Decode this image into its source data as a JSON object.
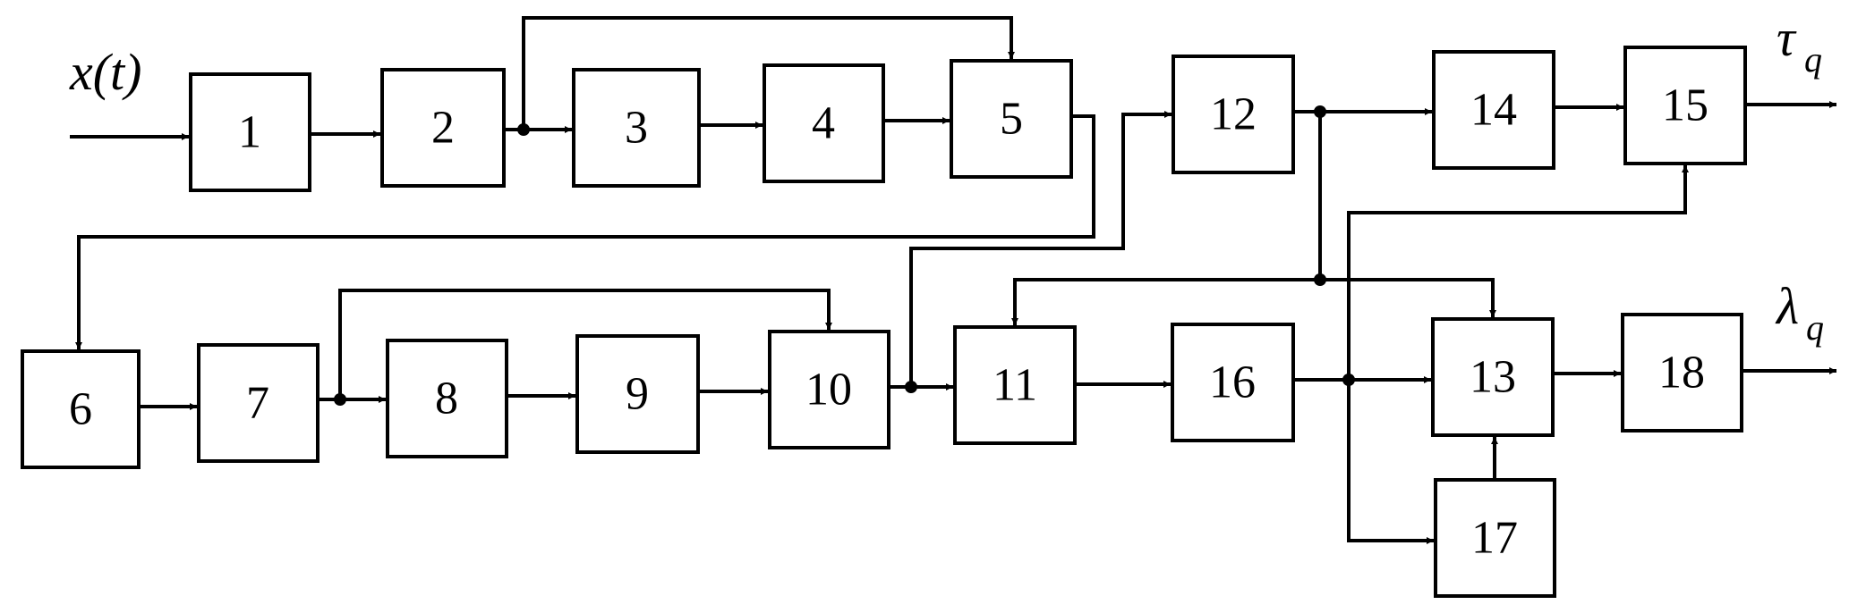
{
  "blocks": [
    "1",
    "2",
    "3",
    "4",
    "5",
    "6",
    "7",
    "8",
    "9",
    "10",
    "11",
    "12",
    "13",
    "14",
    "15",
    "16",
    "17",
    "18"
  ],
  "input_label": "x(t)",
  "outputs": {
    "tau": {
      "symbol": "τ",
      "subscript": "q"
    },
    "lambda": {
      "symbol": "λ",
      "subscript": "q"
    }
  },
  "colors": {
    "line": "#000000",
    "background": "#ffffff"
  }
}
